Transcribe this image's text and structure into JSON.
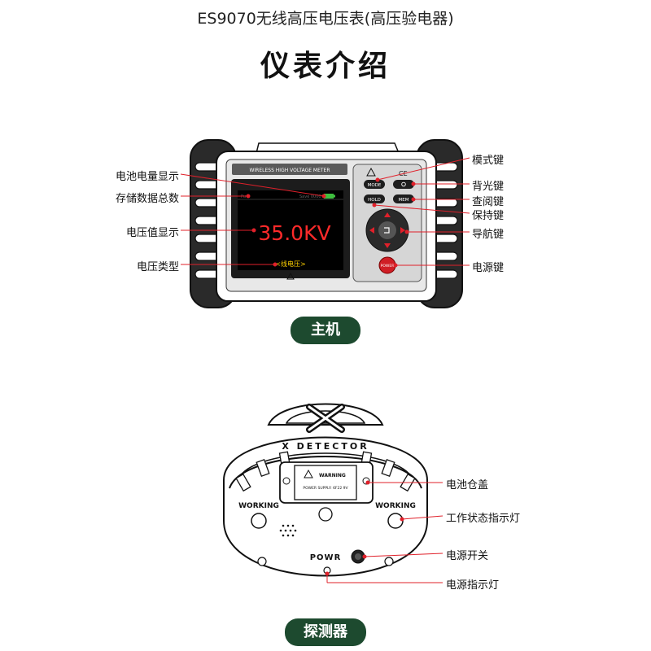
{
  "header": {
    "subtitle": "ES9070无线高压电压表(高压验电器)",
    "title": "仪表介绍"
  },
  "main_unit": {
    "section_label": "主机",
    "brand_strip": "WIRELESS HIGH VOLTAGE METER",
    "screen": {
      "reading": "35.0KV",
      "type_label": "<线电压>",
      "top_left": "Pu 1",
      "top_right": "Save 0000"
    },
    "buttons": {
      "mode": "MODE",
      "hold": "HOLD",
      "mem": "MEM",
      "power": "POWER",
      "ce": "CE"
    },
    "callouts_left": [
      "电池电量显示",
      "存储数据总数",
      "电压值显示",
      "电压类型"
    ],
    "callouts_right": [
      "模式键",
      "背光键",
      "查阅键",
      "保持键",
      "导航键",
      "电源键"
    ]
  },
  "probe": {
    "section_label": "探测器",
    "brand": "X DETECTOR",
    "warning_title": "WARNING",
    "warning_text": "POWER SUPPLY: 6F22 9V",
    "working_left": "WORKING",
    "working_right": "WORKING",
    "power_label": "POWR",
    "callouts_right": [
      "电池仓盖",
      "工作状态指示灯",
      "电源开关",
      "电源指示灯"
    ]
  },
  "colors": {
    "callout_line": "#e0202a",
    "reading": "#ff2a2a",
    "type_label": "#ffd200",
    "pill": "#1d4a2f"
  }
}
